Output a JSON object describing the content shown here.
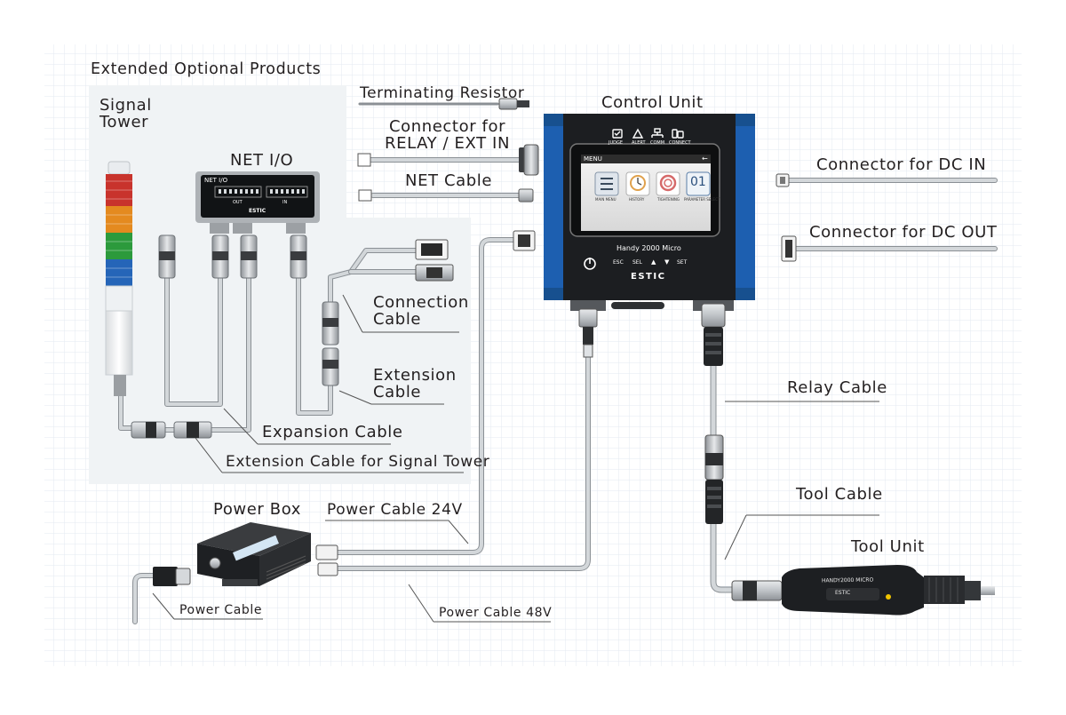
{
  "section_title": "Extended Optional Products",
  "products": {
    "signal_tower": "Signal\nTower",
    "net_io": "NET I/O",
    "control_unit": "Control Unit",
    "power_box": "Power Box",
    "tool_unit": "Tool Unit"
  },
  "cables": {
    "terminating_resistor": "Terminating Resistor",
    "connector_relay_ext_in": "Connector for\nRELAY / EXT IN",
    "net_cable": "NET Cable",
    "connector_dc_in": "Connector for DC IN",
    "connector_dc_out": "Connector for DC OUT",
    "connection_cable": "Connection\nCable",
    "extension_cable": "Extension\nCable",
    "expansion_cable": "Expansion Cable",
    "extension_cable_signal_tower": "Extension Cable for Signal Tower",
    "relay_cable": "Relay Cable",
    "tool_cable": "Tool Cable",
    "power_cable_24v": "Power Cable 24V",
    "power_cable_48v": "Power Cable 48V",
    "power_cable": "Power Cable"
  },
  "control_unit": {
    "status_labels": [
      "JUDGE",
      "ALERT",
      "COMM",
      "CONNECT"
    ],
    "screen_header": "MENU",
    "screen_back": "←",
    "screen_buttons": [
      "MAIN MENU",
      "HISTORY",
      "TIGHTENING",
      "PARAMETER SELECT"
    ],
    "parameter_value": "01",
    "model": "Handy 2000 Micro",
    "keys": [
      "ESC",
      "SEL",
      "▲",
      "▼",
      "SET"
    ],
    "brand": "ESTIC"
  },
  "net_io_panel": {
    "panel_title": "NET I/O",
    "out_label": "OUT",
    "in_label": "IN",
    "brand": "ESTIC"
  },
  "tool_unit_print": {
    "line1": "HANDY2000 MICRO",
    "line2": "ESTIC"
  },
  "colors": {
    "grid": "#e6edf3",
    "panel": "#f1f4f6",
    "cable": "#d3d7da",
    "cable_edge": "#8b9095",
    "unit_blue": "#1d5fb0",
    "unit_black": "#1c1e21",
    "leader": "#555555",
    "tower_red": "#c8332c",
    "tower_orange": "#e48a1f",
    "tower_green": "#2c9a3c",
    "tower_blue": "#2565b8"
  }
}
